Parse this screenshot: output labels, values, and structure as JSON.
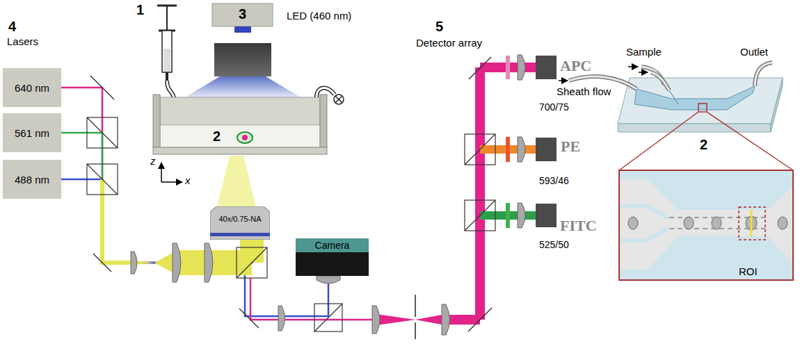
{
  "diagram": {
    "nodes": [
      {
        "text": [
          "640 nm"
        ]
      },
      {
        "text": [
          "561 nm"
        ]
      },
      {
        "text": [
          "488 nm"
        ]
      },
      {
        "text": [
          "40x/0.75-NA"
        ]
      },
      {
        "text": [
          "Camera"
        ]
      }
    ],
    "edges": [
      {
        "from": 0,
        "to": 3,
        "arrow": "none"
      },
      {
        "from": 1,
        "to": 3,
        "arrow": "none"
      },
      {
        "from": 2,
        "to": 3,
        "arrow": "none"
      },
      {
        "from": 3,
        "to": 4,
        "arrow": "none"
      }
    ],
    "labels": [
      "1",
      "3",
      "LED (460 nm)",
      "5",
      "Detector array",
      "4",
      "Lasers",
      "Sample",
      "Outlet",
      "APC",
      "Sheath flow",
      "2",
      "z",
      "x",
      "700/75",
      "PE",
      "2",
      "593/46",
      "FITC",
      "525/50",
      "ROI"
    ]
  }
}
